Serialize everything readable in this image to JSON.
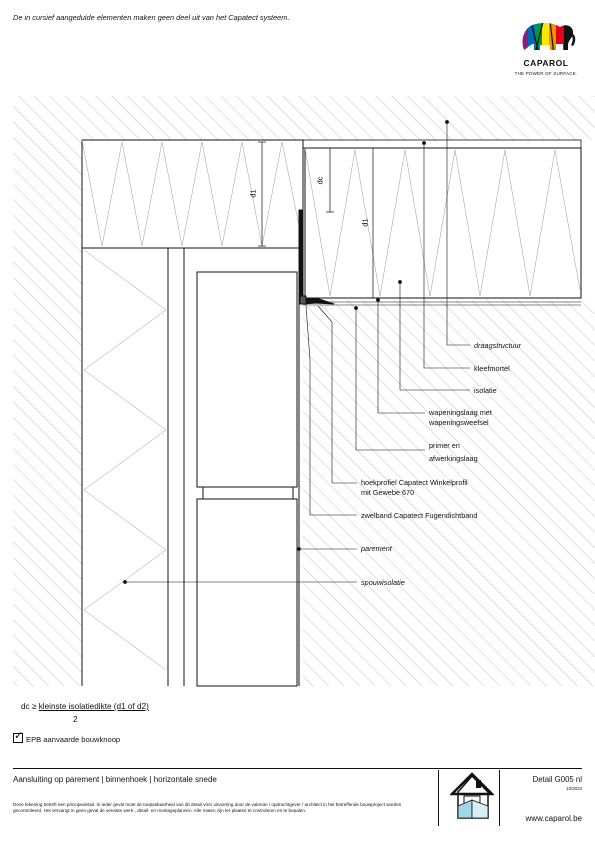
{
  "header": {
    "note": "De in cursief aangeduide elementen maken geen deel uit van het Capatect systeem."
  },
  "logo": {
    "brand": "CAPAROL",
    "tagline": "THE POWER OF SURFACE.",
    "colors": [
      "#e3001b",
      "#f29100",
      "#ffe500",
      "#009640",
      "#0069b4",
      "#8b1e82",
      "#111111"
    ]
  },
  "dimensions": {
    "d1_left": "d1",
    "dc": "dc",
    "d1_right": "d1"
  },
  "labels": {
    "draagstructuur": "draagstructuur",
    "kleefmortel": "kleefmortel",
    "isolatie": "isolatie",
    "wapeningslaag_1": "wapeningslaag met",
    "wapeningslaag_2": "wapeningsweefsel",
    "primer_1": "primer en",
    "primer_2": "afwerkingslaag",
    "hoekprofiel_1": "hoekprofiel Capatect Winkelprofil",
    "hoekprofiel_2": "mit Gewebe 670",
    "zwelband": "zwelband Capatect Fugendichtband",
    "parement": "parement",
    "spouwisolatie": "spouwisolatie"
  },
  "formula": {
    "lhs": "dc ≥",
    "numerator": "kleinste isolatiedikte (d1 of d2)",
    "denominator": "2"
  },
  "epb": {
    "label": "EPB aanvaarde bouwknoop"
  },
  "footer": {
    "title": "Aansluiting op parement | binnenhoek | horizontale snede",
    "disclaimer": "Deze tekening betreft een principedetail. In ieder geval moet de toepasbaarheid van dit detail vóór uitvoering door de vakman / opdrachtgever / architect in het betreffende bouwproject worden gecontroleerd. Het vervangt in geen geval de vereiste werk-, detail- en montageplannen. Alle maten zijn ter plaatse te controleren en te bepalen.",
    "detail": "Detail G005 nl",
    "date": "10/2023",
    "website": "www.caparol.be"
  }
}
